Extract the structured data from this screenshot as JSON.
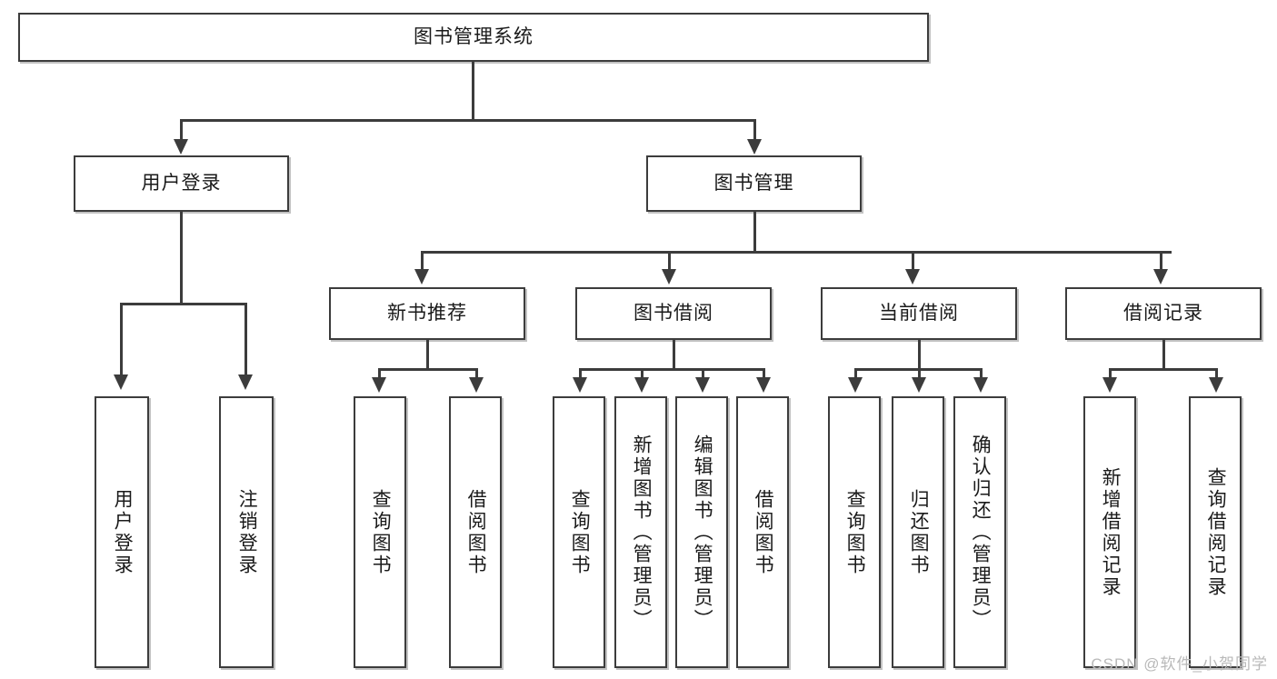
{
  "diagram": {
    "type": "tree",
    "title": "图书管理系统",
    "root": {
      "id": "root",
      "label": "图书管理系统",
      "orientation": "horizontal"
    },
    "level1": [
      {
        "id": "user-login",
        "label": "用户登录",
        "orientation": "horizontal"
      },
      {
        "id": "book-management",
        "label": "图书管理",
        "orientation": "horizontal"
      }
    ],
    "level2": [
      {
        "id": "new-book-recommend",
        "label": "新书推荐",
        "orientation": "horizontal",
        "parent": "book-management"
      },
      {
        "id": "book-borrow",
        "label": "图书借阅",
        "orientation": "horizontal",
        "parent": "book-management"
      },
      {
        "id": "current-borrow",
        "label": "当前借阅",
        "orientation": "horizontal",
        "parent": "book-management"
      },
      {
        "id": "borrow-record",
        "label": "借阅记录",
        "orientation": "horizontal",
        "parent": "book-management"
      }
    ],
    "leaves": [
      {
        "id": "leaf-user-login",
        "label": "用户登录",
        "orientation": "vertical",
        "parent": "user-login"
      },
      {
        "id": "leaf-user-logout",
        "label": "注销登录",
        "orientation": "vertical",
        "parent": "user-login"
      },
      {
        "id": "leaf-query-book-1",
        "label": "查询图书",
        "orientation": "vertical",
        "parent": "new-book-recommend"
      },
      {
        "id": "leaf-borrow-book-1",
        "label": "借阅图书",
        "orientation": "vertical",
        "parent": "new-book-recommend"
      },
      {
        "id": "leaf-query-book-2",
        "label": "查询图书",
        "orientation": "vertical",
        "parent": "book-borrow"
      },
      {
        "id": "leaf-add-book",
        "label": "新增图书（管理员）",
        "orientation": "vertical",
        "parent": "book-borrow"
      },
      {
        "id": "leaf-edit-book",
        "label": "编辑图书（管理员）",
        "orientation": "vertical",
        "parent": "book-borrow"
      },
      {
        "id": "leaf-borrow-book-2",
        "label": "借阅图书",
        "orientation": "vertical",
        "parent": "book-borrow"
      },
      {
        "id": "leaf-query-book-3",
        "label": "查询图书",
        "orientation": "vertical",
        "parent": "current-borrow"
      },
      {
        "id": "leaf-return-book",
        "label": "归还图书",
        "orientation": "vertical",
        "parent": "current-borrow"
      },
      {
        "id": "leaf-confirm-return",
        "label": "确认归还（管理员）",
        "orientation": "vertical",
        "parent": "current-borrow"
      },
      {
        "id": "leaf-add-record",
        "label": "新增借阅记录",
        "orientation": "vertical",
        "parent": "borrow-record"
      },
      {
        "id": "leaf-query-record",
        "label": "查询借阅记录",
        "orientation": "vertical",
        "parent": "borrow-record"
      }
    ],
    "colors": {
      "stroke": "#3c3c3c",
      "fill": "#ffffff",
      "text": "#1a1a1a",
      "watermark": "#b9b9b9"
    }
  },
  "watermark": {
    "text": "CSDN @软件_小贺同学"
  }
}
